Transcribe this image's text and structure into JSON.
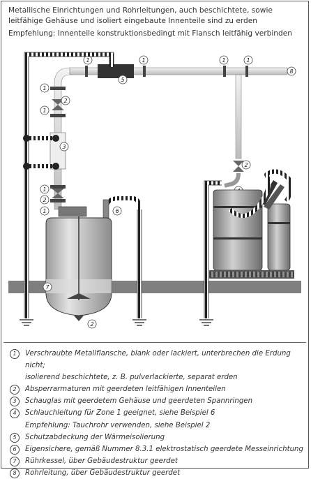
{
  "intro": {
    "line1": "Metallische Einrichtungen und Rohrleitungen, auch beschichtete, sowie leitfähige Gehäuse und isoliert eingebaute Innenteile sind zu erden",
    "line2": "Empfehlung: Innenteile konstruktionsbedingt mit Flansch leitfähig verbinden"
  },
  "legend": [
    {
      "num": "1",
      "lines": [
        "Verschraubte Metallflansche, blank oder lackiert, unterbrechen die Erdung nicht;",
        "isolierend beschichtete, z. B. pulverlackierte, separat erden"
      ]
    },
    {
      "num": "2",
      "lines": [
        "Absperrarmaturen mit geerdeten leitfähigen Innenteilen"
      ]
    },
    {
      "num": "3",
      "lines": [
        "Schauglas mit geerdetem Gehäuse und geerdeten Spannringen"
      ]
    },
    {
      "num": "4",
      "lines": [
        "Schlauchleitung für Zone 1 geeignet, siehe Beispiel 6",
        "Empfehlung: Tauchrohr verwenden, siehe Beispiel 2"
      ]
    },
    {
      "num": "5",
      "lines": [
        "Schutzabdeckung der Wärmeisolierung"
      ]
    },
    {
      "num": "6",
      "lines": [
        "Eigensichere, gemäß Nummer 8.3.1 elektrostatisch geerdete Messeinrichtung"
      ]
    },
    {
      "num": "7",
      "lines": [
        "Rührkessel, über Gebäudestruktur geerdet"
      ]
    },
    {
      "num": "8",
      "lines": [
        "Rohrleitung, über Gebäudestruktur geerdet"
      ]
    }
  ],
  "labels": {
    "flange": "1",
    "valve": "2",
    "sightglass": "3",
    "hose": "4",
    "cover": "5",
    "meter": "6",
    "kettle": "7",
    "pipeline": "8"
  }
}
